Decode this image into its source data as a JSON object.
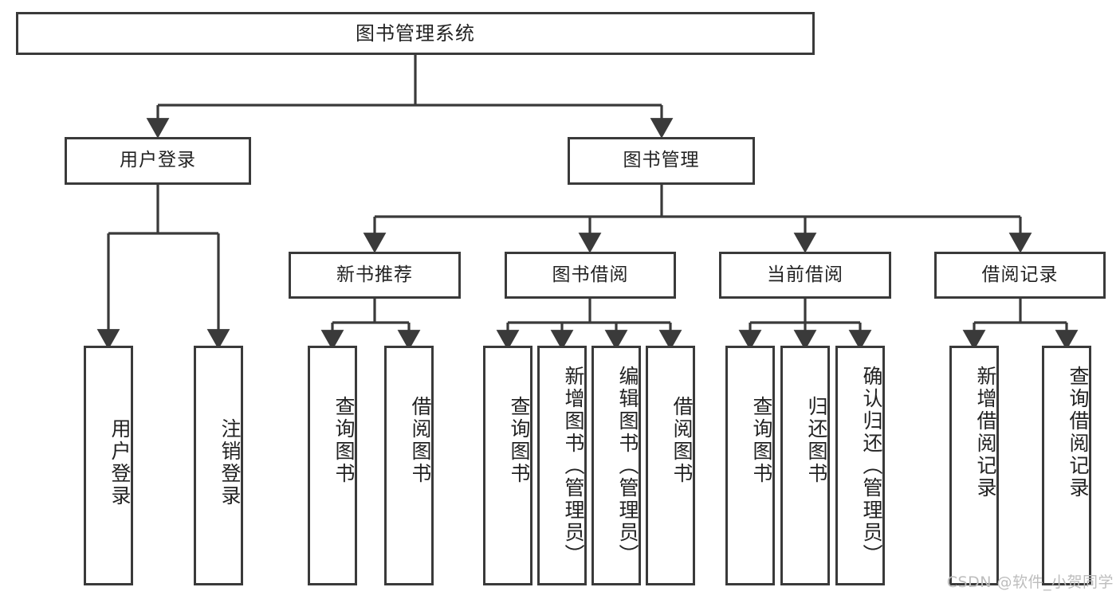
{
  "diagram": {
    "type": "hierarchy-tree",
    "title": "图书管理系统",
    "root": {
      "label": "图书管理系统"
    },
    "level2": [
      {
        "label": "用户登录"
      },
      {
        "label": "图书管理"
      }
    ],
    "level3": [
      {
        "label": "新书推荐"
      },
      {
        "label": "图书借阅"
      },
      {
        "label": "当前借阅"
      },
      {
        "label": "借阅记录"
      }
    ],
    "leaves": {
      "user_login": [
        {
          "label": "用户登录"
        },
        {
          "label": "注销登录"
        }
      ],
      "new_book_recommend": [
        {
          "label": "查询图书"
        },
        {
          "label": "借阅图书"
        }
      ],
      "book_borrow": [
        {
          "label": "查询图书"
        },
        {
          "label": "新增图书（管理员）"
        },
        {
          "label": "编辑图书（管理员）"
        },
        {
          "label": "借阅图书"
        }
      ],
      "current_borrow": [
        {
          "label": "查询图书"
        },
        {
          "label": "归还图书"
        },
        {
          "label": "确认归还（管理员）"
        }
      ],
      "borrow_record": [
        {
          "label": "新增借阅记录"
        },
        {
          "label": "查询借阅记录"
        }
      ]
    },
    "colors": {
      "stroke": "#3a3a3a",
      "fill": "#ffffff",
      "text": "#222222",
      "background": "#ffffff",
      "watermark": "#bdbdbd"
    }
  },
  "watermark": {
    "text": "CSDN @软件_小贺同学"
  }
}
